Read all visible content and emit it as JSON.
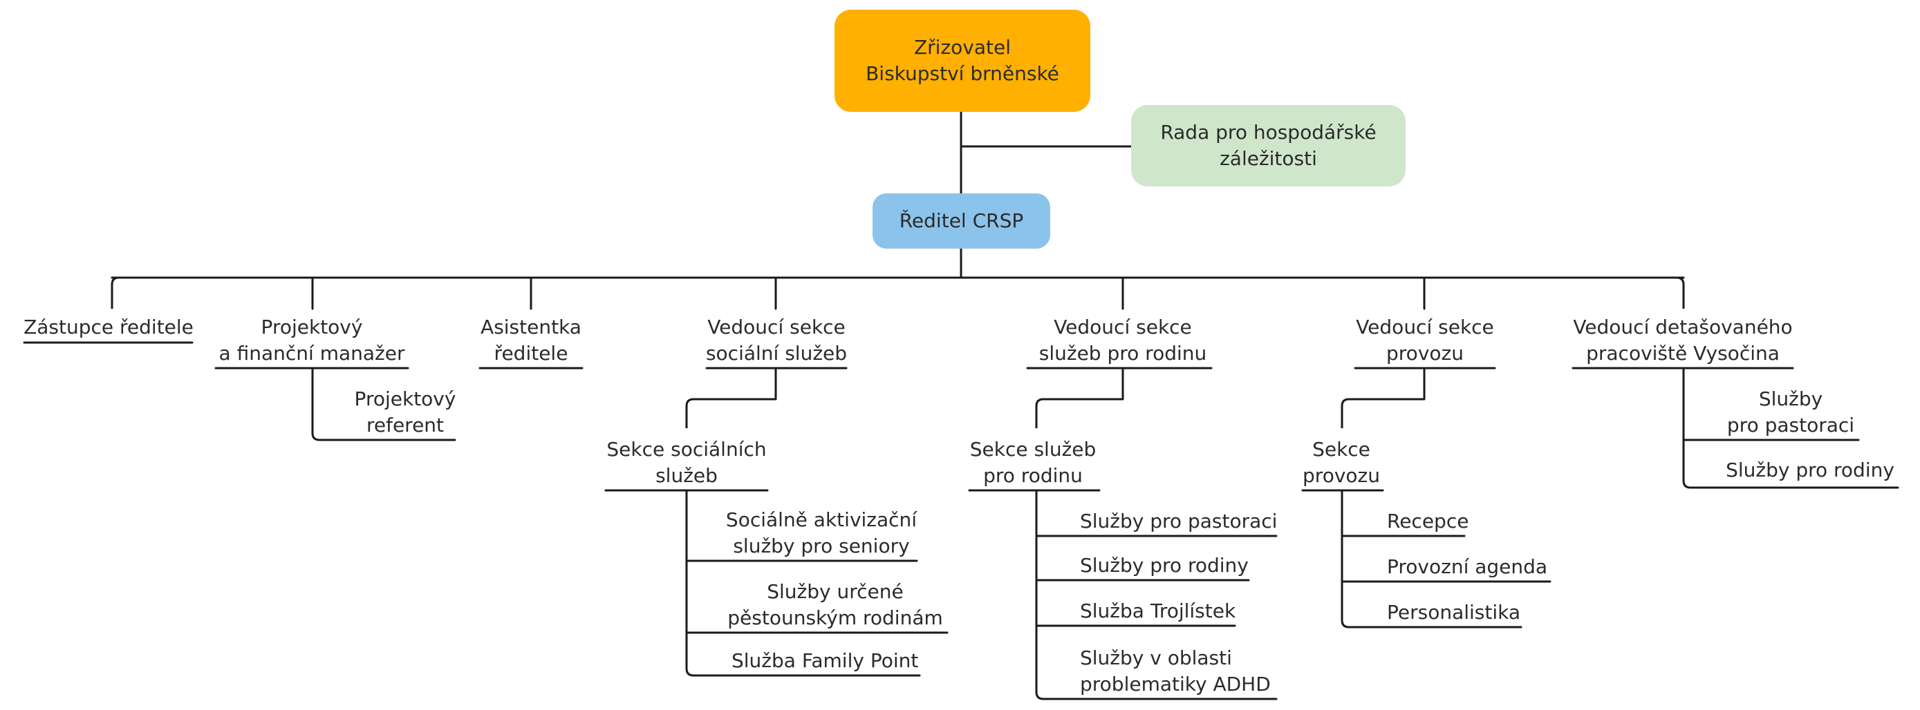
{
  "colors": {
    "founder": "#ffb000",
    "council": "#cfe6cb",
    "director": "#8cc3ea",
    "management": "#0f7fcb",
    "social": "#d47fb6",
    "family": "#2ab8e8",
    "operations": "#84b92b",
    "lines": "#1a1a1a"
  },
  "founder": {
    "line1": "Zřizovatel",
    "line2": "Biskupství brněnské"
  },
  "council": {
    "line1": "Rada pro hospodářské",
    "line2": "záležitosti"
  },
  "director": {
    "label": "Ředitel CRSP"
  },
  "deputy": {
    "label": "Zástupce ředitele"
  },
  "project_manager": {
    "line1": "Projektový",
    "line2": "a finanční manažer"
  },
  "project_officer": {
    "line1": "Projektový",
    "line2": "referent"
  },
  "assistant": {
    "line1": "Asistentka",
    "line2": "ředitele"
  },
  "social_head": {
    "line1": "Vedoucí sekce",
    "line2": "sociální služeb"
  },
  "social_section": {
    "line1": "Sekce sociálních",
    "line2": "služeb",
    "items": [
      {
        "line1": "Sociálně aktivizační",
        "line2": "služby pro seniory"
      },
      {
        "line1": "Služby určené",
        "line2": "pěstounským rodinám"
      },
      {
        "line1": "Služba Family Point",
        "line2": ""
      }
    ]
  },
  "family_head": {
    "line1": "Vedoucí sekce",
    "line2": "služeb pro rodinu"
  },
  "family_section": {
    "line1": "Sekce služeb",
    "line2": "pro rodinu",
    "items": [
      {
        "line1": "Služby pro pastoraci",
        "line2": ""
      },
      {
        "line1": "Služby pro rodiny",
        "line2": ""
      },
      {
        "line1": "Služba Trojlístek",
        "line2": ""
      },
      {
        "line1": "Služby v oblasti",
        "line2": "problematiky ADHD"
      }
    ]
  },
  "operations_head": {
    "line1": "Vedoucí sekce",
    "line2": "provozu"
  },
  "operations_section": {
    "line1": "Sekce",
    "line2": "provozu",
    "items": [
      {
        "line1": "Recepce"
      },
      {
        "line1": "Provozní agenda"
      },
      {
        "line1": "Personalistika"
      }
    ]
  },
  "vysocina_head": {
    "line1": "Vedoucí detašovaného",
    "line2": "pracoviště Vysočina"
  },
  "vysocina_items": [
    {
      "line1": "Služby",
      "line2": "pro pastoraci"
    },
    {
      "line1": "Služby pro rodiny",
      "line2": ""
    }
  ]
}
